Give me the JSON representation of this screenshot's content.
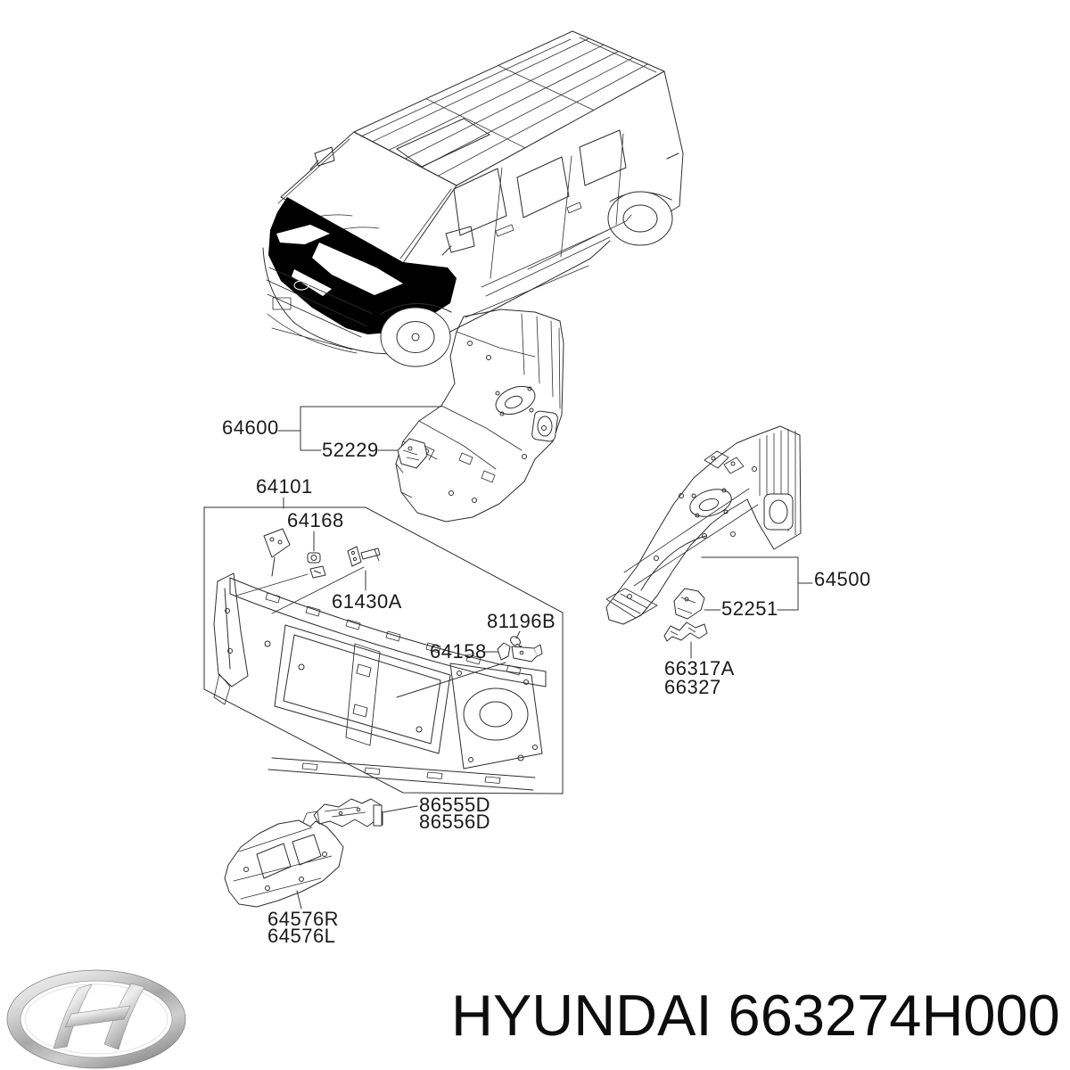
{
  "page": {
    "background": "#ffffff",
    "line_color": "#2e2e2e",
    "highlight_fill": "#000000",
    "description": "Hyundai parts catalog diagram - fender apron and radiator support panel"
  },
  "labels": {
    "64600": "64600",
    "52229": "52229",
    "64101": "64101",
    "64168": "64168",
    "61430A": "61430A",
    "81196B": "81196B",
    "64158": "64158",
    "64500": "64500",
    "52251": "52251",
    "66317A": "66317A",
    "66327": "66327",
    "86555D": "86555D",
    "86556D": "86556D",
    "64576R": "64576R",
    "64576L": "64576L"
  },
  "footer": {
    "make": "HYUNDAI",
    "part_number": "663274H000"
  },
  "icons": {
    "brand_logo": "hyundai-logo",
    "logo_colors": {
      "chrome_light": "#fdfdfd",
      "chrome_mid": "#a8a8a8",
      "chrome_dark": "#8f8f8f"
    }
  }
}
